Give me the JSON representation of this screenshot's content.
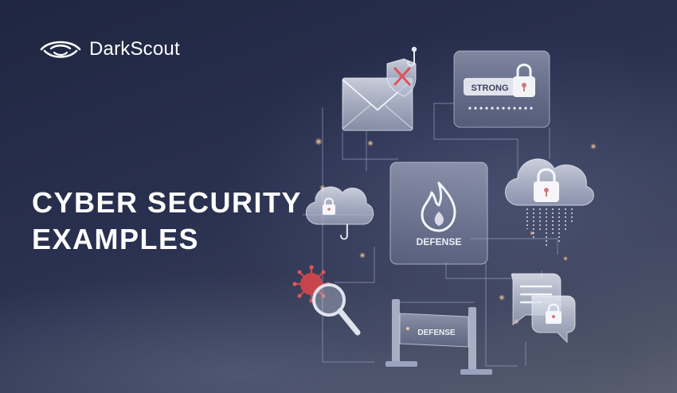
{
  "brand": {
    "name": "DarkScout",
    "logo_icon": "eye-icon"
  },
  "hero": {
    "title_line1": "CYBER SECURITY",
    "title_line2": "EXAMPLES"
  },
  "illustration": {
    "password_label": "STRONG",
    "defense_panel_label": "DEFENSE",
    "barrier_label": "DEFENSE",
    "icons": [
      "email-icon",
      "phishing-hook-icon",
      "shield-x-icon",
      "padlock-icon",
      "cloud-lock-icon",
      "flame-icon",
      "virus-icon",
      "magnifier-icon",
      "chat-bubble-icon",
      "barrier-icon"
    ]
  },
  "colors": {
    "accent_red": "#e0505a",
    "glow": "#ffcfa0",
    "text": "#ffffff"
  }
}
